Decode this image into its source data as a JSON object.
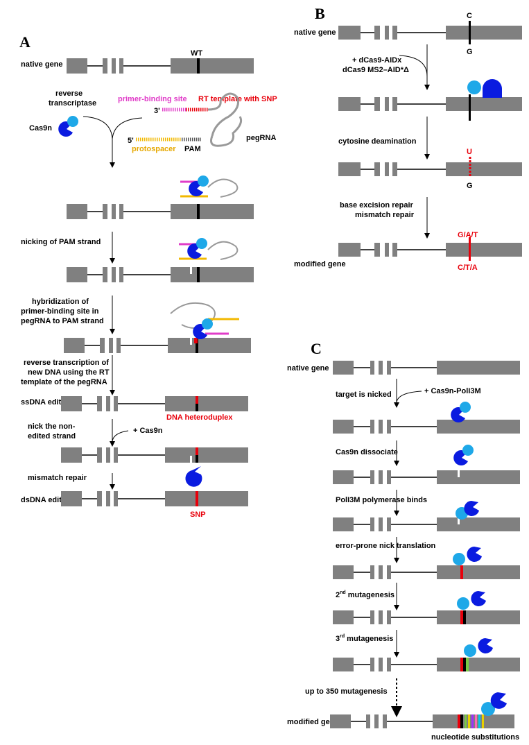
{
  "panels": {
    "a": {
      "letter": "A",
      "native_gene": "native gene",
      "wt": "WT",
      "reverse_transcriptase_1": "reverse",
      "reverse_transcriptase_2": "transcriptase",
      "cas9n": "Cas9n",
      "primer_binding_site": "primer-binding site",
      "rt_template": "RT template with SNP",
      "three_prime": "3'",
      "five_prime": "5'",
      "pegrna": "pegRNA",
      "protospacer": "protospacer",
      "pam": "PAM",
      "nicking": "nicking of PAM strand",
      "hyb_1": "hybridization of",
      "hyb_2": "primer-binding site in",
      "hyb_3": "pegRNA to PAM strand",
      "rt_1": "reverse transcription of",
      "rt_2": "new DNA using the RT",
      "rt_3": "template of the pegRNA",
      "ssdna": "ssDNA edited",
      "heteroduplex": "DNA heteroduplex",
      "nick_1": "nick the non-",
      "nick_2": "edited strand",
      "plus_cas9n": "+ Cas9n",
      "mismatch": "mismatch repair",
      "dsdna": "dsDNA edited",
      "snp": "SNP"
    },
    "b": {
      "letter": "B",
      "native_gene": "native gene",
      "c": "C",
      "g": "G",
      "reagent_1": "+ dCas9-AIDx",
      "reagent_2": "dCas9 MS2–AID*Δ",
      "deamination": "cytosine deamination",
      "u": "U",
      "g2": "G",
      "repair_1": "base excision repair",
      "repair_2": "mismatch repair",
      "top_bases": "G/A/T",
      "bottom_bases": "C/T/A",
      "modified_gene": "modified gene"
    },
    "c": {
      "letter": "C",
      "native_gene": "native gene",
      "target_nicked": "target is nicked",
      "reagent": "+ Cas9n-PolI3M",
      "dissociate": "Cas9n dissociate",
      "polymerase_binds": "PolI3M polymerase binds",
      "nick_translation": "error-prone nick translation",
      "m2_num": "2",
      "m2_sup": "nd",
      "m2_text": " mutagenesis",
      "m3_num": "3",
      "m3_sup": "rd",
      "m3_text": " mutagenesis",
      "up_to": "up to 350 mutagenesis",
      "modified_gene": "modified gene",
      "substitutions": "nucleotide substitutions"
    }
  },
  "colors": {
    "exon": "#808080",
    "cas9_dark": "#0a1be0",
    "cas9_light": "#1ea8e8",
    "mutation": "#e8000b",
    "primer_binding": "#e03cc8",
    "protospacer": "#f2b800"
  }
}
